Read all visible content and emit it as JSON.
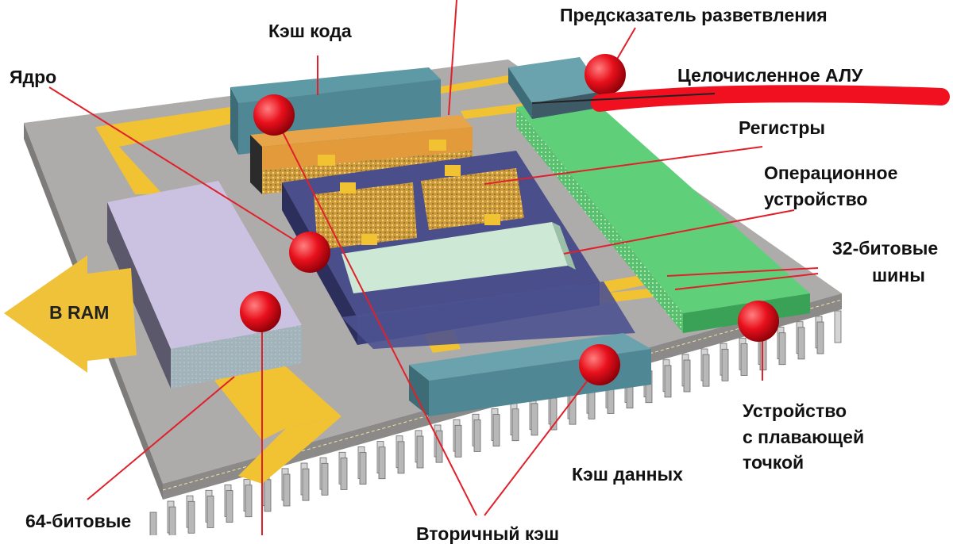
{
  "labels": {
    "code_cache": "Кэш кода",
    "branch_predictor": "Предсказатель разветвления",
    "core": "Ядро",
    "integer_alu": "Целочисленное АЛУ",
    "registers": "Регистры",
    "execution_unit_line1": "Операционное",
    "execution_unit_line2": "устройство",
    "buses32_line1": "32-битовые",
    "buses32_line2": "шины",
    "to_ram": "В RAM",
    "fpu_line1": "Устройство",
    "fpu_line2": "с плавающей",
    "fpu_line3": "точкой",
    "data_cache": "Кэш данных",
    "buses64": "64-битовые",
    "l2_cache_partial": "Вторичный кэш"
  },
  "colors": {
    "marker_red": "#e8101c",
    "pointer_line": "#e0202a",
    "scribble": "#f01020",
    "chip_base": "#a9a6a6",
    "bus_yellow": "#f1c232",
    "fpu_green": "#5fcf7a",
    "core_navy": "#4a4f8c",
    "cache_teal": "#5d9aa6",
    "ram_lavender": "#c9bfe0",
    "orange_block": "#e29a3a"
  }
}
